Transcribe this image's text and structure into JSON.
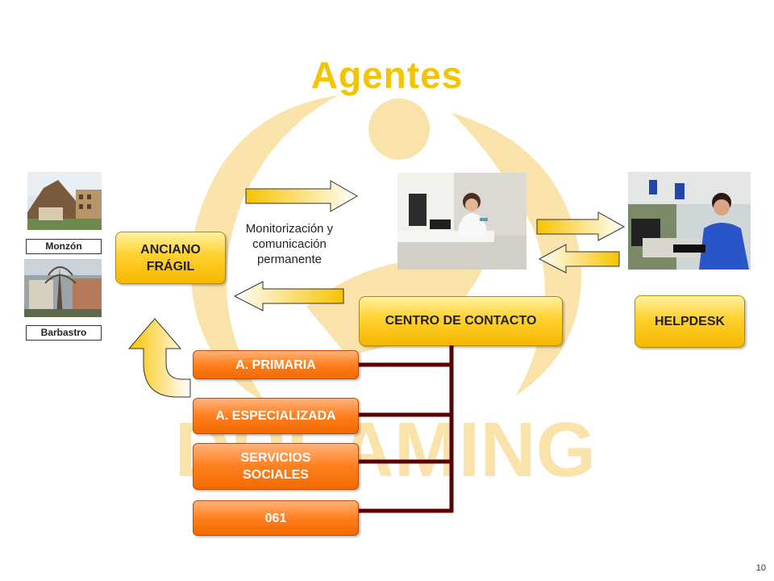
{
  "title": "Agentes",
  "locations": [
    {
      "label": "Monzón",
      "photo": "monzon-photo"
    },
    {
      "label": "Barbastro",
      "photo": "barbastro-photo"
    }
  ],
  "anciano": "ANCIANO\nFRÁGIL",
  "monitor_text": "Monitorización y\ncomunicación\npermanente",
  "centro": "CENTRO DE CONTACTO",
  "helpdesk": "HELPDESK",
  "agents": [
    "A. PRIMARIA",
    "A. ESPECIALIZADA",
    "SERVICIOS\nSOCIALES",
    "061"
  ],
  "watermark_text": "DREAMING",
  "page_number": "10",
  "colors": {
    "title": "#f5c400",
    "yellow_box": "#ffd12e",
    "orange_box": "#ff7f1e",
    "connector": "#5a0000",
    "watermark": "#f7d27a"
  }
}
